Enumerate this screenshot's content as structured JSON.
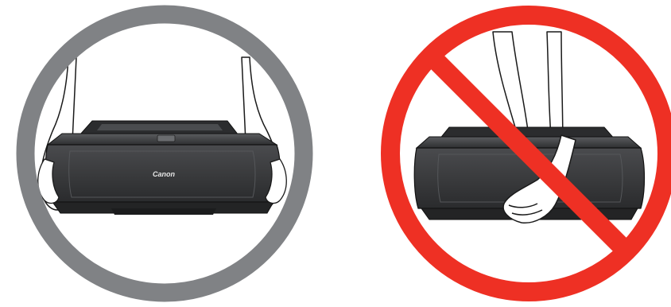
{
  "panels": [
    {
      "id": "correct",
      "symbol": "ring",
      "symbol_color": "#808285",
      "printer_brand": "Canon"
    },
    {
      "id": "incorrect",
      "symbol": "prohibition",
      "symbol_color": "#ee3024"
    }
  ],
  "colors": {
    "printer_body": "#3a3b3d",
    "printer_dark": "#232425",
    "printer_highlight": "#6a6c6f",
    "outline": "#1a1a1a",
    "skin": "#ffffff"
  }
}
